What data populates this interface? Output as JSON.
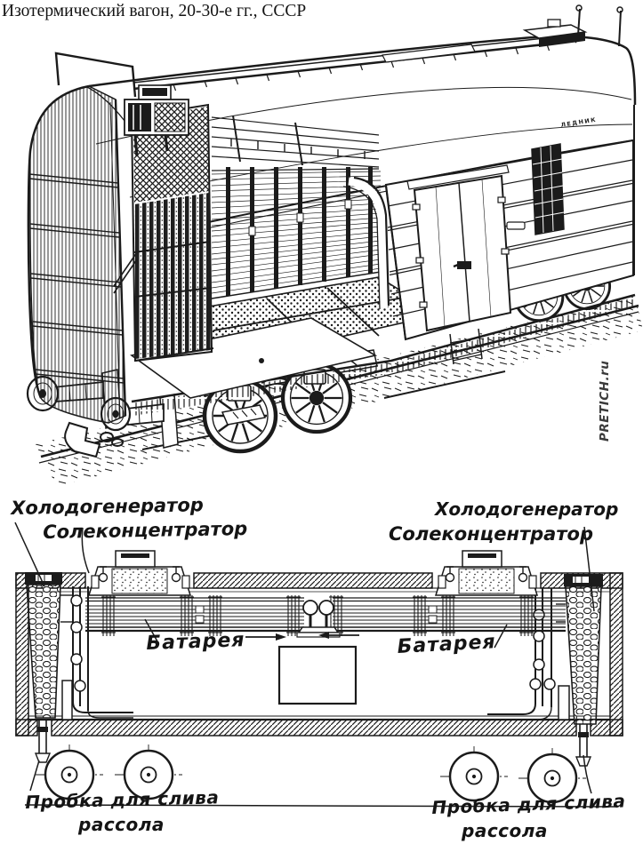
{
  "page": {
    "title": "Изотермический вагон, 20-30-е гг., СССР",
    "watermark": "PRETICH.ru"
  },
  "wagon": {
    "side_text": "ЛЕДНИК"
  },
  "cross_section": {
    "labels": {
      "cold_generator_left": "Холодогенератор",
      "salt_concentrator_left": "Солеконцентратор",
      "cold_generator_right": "Холодогенератор",
      "salt_concentrator_right": "Солеконцентратор",
      "battery_left": "Батарея",
      "battery_right": "Батарея",
      "drain_left_line1": "Пробка для слива",
      "drain_left_line2": "рассола",
      "drain_right_line1": "Пробка для слива",
      "drain_right_line2": "рассола"
    }
  },
  "colors": {
    "ink": "#1b1b1b",
    "paper": "#ffffff",
    "watermark_color": "#3b3b3b"
  }
}
